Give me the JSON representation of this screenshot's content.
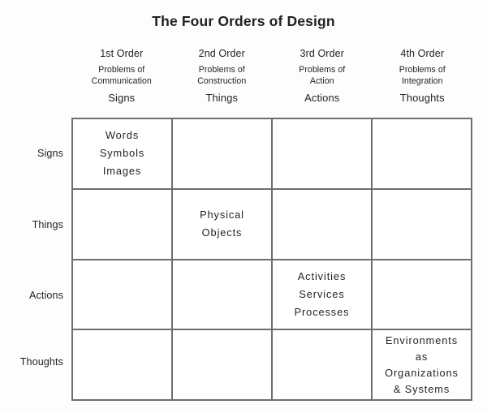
{
  "title": "The Four Orders of Design",
  "columns": [
    {
      "order": "1st Order",
      "problem": "Problems of\nCommunication",
      "keyword": "Signs"
    },
    {
      "order": "2nd Order",
      "problem": "Problems of\nConstruction",
      "keyword": "Things"
    },
    {
      "order": "3rd Order",
      "problem": "Problems of\nAction",
      "keyword": "Actions"
    },
    {
      "order": "4th Order",
      "problem": "Problems of\nIntegration",
      "keyword": "Thoughts"
    }
  ],
  "rows": [
    {
      "label": "Signs",
      "cells": [
        "Words\nSymbols\nImages",
        "",
        "",
        ""
      ]
    },
    {
      "label": "Things",
      "cells": [
        "",
        "Physical\nObjects",
        "",
        ""
      ]
    },
    {
      "label": "Actions",
      "cells": [
        "",
        "",
        "Activities\nServices\nProcesses",
        ""
      ]
    },
    {
      "label": "Thoughts",
      "cells": [
        "",
        "",
        "",
        "Environments\nas\nOrganizations\n& Systems"
      ]
    }
  ],
  "colors": {
    "grid_line": "#6e6e6e",
    "text": "#231f20",
    "background": "#fdfdfd"
  }
}
